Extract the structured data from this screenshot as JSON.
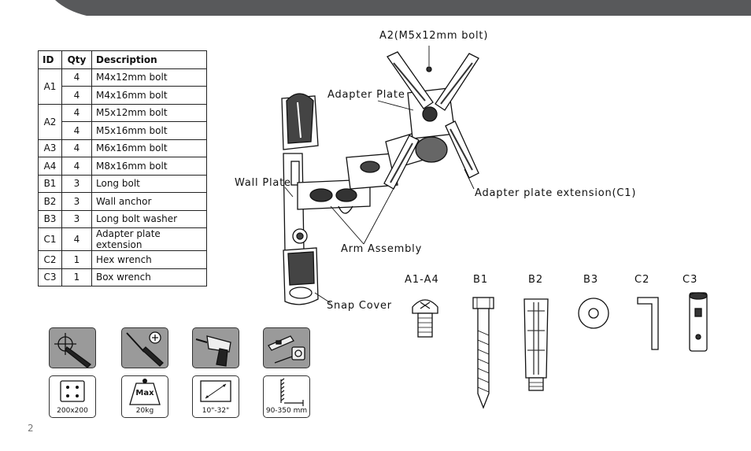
{
  "table": {
    "headers": {
      "id": "ID",
      "qty": "Qty",
      "desc": "Description"
    },
    "rows": [
      {
        "id": "A1",
        "qty": "4",
        "desc": "M4x12mm bolt"
      },
      {
        "id": "",
        "qty": "4",
        "desc": "M4x16mm bolt"
      },
      {
        "id": "A2",
        "qty": "4",
        "desc": "M5x12mm bolt"
      },
      {
        "id": "",
        "qty": "4",
        "desc": "M5x16mm bolt"
      },
      {
        "id": "A3",
        "qty": "4",
        "desc": "M6x16mm bolt"
      },
      {
        "id": "A4",
        "qty": "4",
        "desc": "M8x16mm bolt"
      },
      {
        "id": "B1",
        "qty": "3",
        "desc": "Long bolt"
      },
      {
        "id": "B2",
        "qty": "3",
        "desc": "Wall anchor"
      },
      {
        "id": "B3",
        "qty": "3",
        "desc": "Long bolt washer"
      },
      {
        "id": "C1",
        "qty": "4",
        "desc": "Adapter plate extension"
      },
      {
        "id": "C2",
        "qty": "1",
        "desc": "Hex wrench"
      },
      {
        "id": "C3",
        "qty": "1",
        "desc": "Box wrench"
      }
    ]
  },
  "diagram_labels": {
    "a2": "A2(M5x12mm bolt)",
    "adapter_plate": "Adapter Plate",
    "wall_plate": "Wall Plate",
    "adapter_ext": "Adapter plate extension(C1)",
    "arm_assembly": "Arm Assembly",
    "snap_cover": "Snap Cover"
  },
  "parts_labels": {
    "a1_a4": "A1-A4",
    "b1": "B1",
    "b2": "B2",
    "b3": "B3",
    "c2": "C2",
    "c3": "C3"
  },
  "specs": {
    "vesa": "200x200",
    "weight_max": "Max",
    "weight": "20kg",
    "screen": "10\"-32\"",
    "distance": "90-350 mm"
  },
  "page_number": "2",
  "colors": {
    "header_band": "#58595b",
    "tool_bg": "#9a9a9a"
  }
}
